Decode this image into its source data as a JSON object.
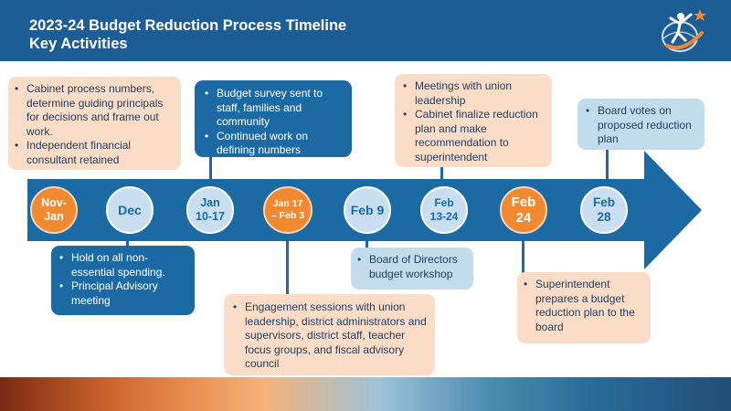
{
  "header": {
    "title_line1": "2023-24 Budget Reduction Process Timeline",
    "title_line2": "Key Activities"
  },
  "colors": {
    "header": "#1d5d95",
    "arrow": "#1c6aa3",
    "peach": "#fbdcc6",
    "navy": "#1c6aa3",
    "sky": "#c3dcec",
    "orange": "#f0892f",
    "light_circle": "#c9dff0"
  },
  "milestones": [
    {
      "line1": "Nov-",
      "line2": "Jan",
      "style": "orange"
    },
    {
      "line1": "Dec",
      "line2": "",
      "style": "light"
    },
    {
      "line1": "Jan",
      "line2": "10-17",
      "style": "light"
    },
    {
      "line1": "Jan 17",
      "line2": "– Feb 3",
      "style": "orange"
    },
    {
      "line1": "Feb 9",
      "line2": "",
      "style": "light"
    },
    {
      "line1": "Feb",
      "line2": "13-24",
      "style": "light"
    },
    {
      "line1": "Feb",
      "line2": "24",
      "style": "orange"
    },
    {
      "line1": "Feb",
      "line2": "28",
      "style": "light"
    }
  ],
  "callouts": {
    "nov_jan": [
      "Cabinet process numbers, determine guiding principals for decisions and frame out work.",
      "Independent financial consultant retained"
    ],
    "dec": [
      "Hold on all non-essential spending.",
      "Principal Advisory meeting"
    ],
    "jan_10_17": [
      "Budget survey sent to staff, families and community",
      "Continued work on defining numbers"
    ],
    "jan17_feb3": [
      "Engagement sessions with union leadership, district administrators and supervisors, district staff, teacher focus groups, and fiscal advisory council"
    ],
    "feb_9": [
      "Board of Directors budget workshop"
    ],
    "feb_13_24": [
      "Meetings with union leadership",
      "Cabinet finalize reduction plan and make recommendation to superintendent"
    ],
    "feb_24": [
      "Superintendent prepares a budget reduction plan to the board"
    ],
    "feb_28": [
      "Board votes on proposed reduction plan"
    ]
  }
}
